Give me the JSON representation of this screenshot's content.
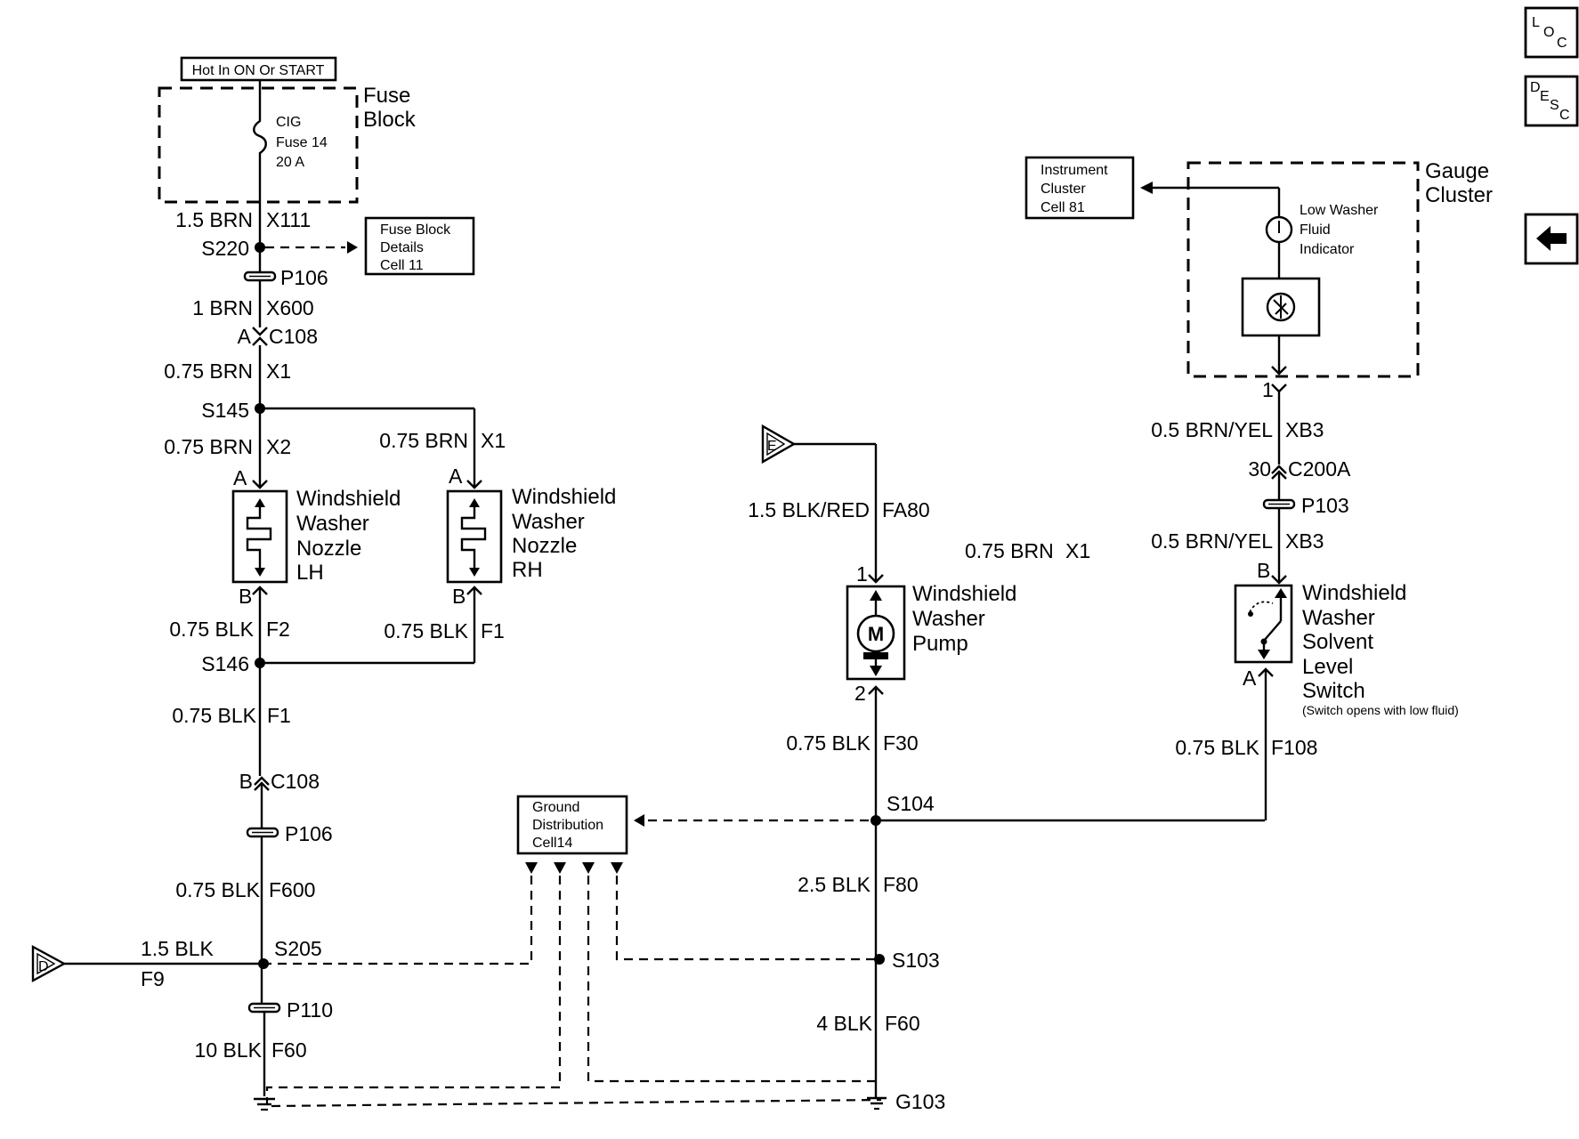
{
  "fuse_block": {
    "hot_label": "Hot In ON Or START",
    "title_line1": "Fuse",
    "title_line2": "Block",
    "fuse_name": "CIG",
    "fuse_number": "Fuse 14",
    "fuse_rating": "20 A"
  },
  "ref_boxes": {
    "fuse_details": [
      "Fuse Block",
      "Details",
      "Cell 11"
    ],
    "instrument_cluster": [
      "Instrument",
      "Cluster",
      "Cell 81"
    ],
    "ground_distribution": [
      "Ground",
      "Distribution",
      "Cell14"
    ]
  },
  "wires": {
    "w_x111": "1.5 BRN",
    "c_x111": "X111",
    "w_x600": "1 BRN",
    "c_x600": "X600",
    "w_x1": "0.75 BRN",
    "c_x1": "X1",
    "w_x2": "0.75 BRN",
    "c_x2": "X2",
    "w_rh_x1": "0.75 BRN",
    "c_rh_x1": "X1",
    "w_lh_f2": "0.75 BLK",
    "c_lh_f2": "F2",
    "w_rh_f1": "0.75 BLK",
    "c_rh_f1": "F1",
    "w_f1": "0.75 BLK",
    "c_f1": "F1",
    "w_f600": "0.75 BLK",
    "c_f600": "F600",
    "w_f9": "1.5 BLK",
    "c_f9": "F9",
    "w_f60_left": "10 BLK",
    "c_f60_left": "F60",
    "w_fa80": "1.5 BLK/RED",
    "c_fa80": "FA80",
    "w_x1_mid": "0.75 BRN",
    "c_x1_mid": "X1",
    "w_f30": "0.75 BLK",
    "c_f30": "F30",
    "w_f80": "2.5 BLK",
    "c_f80": "F80",
    "w_f60_mid": "4 BLK",
    "c_f60_mid": "F60",
    "w_xb3_top": "0.5 BRN/YEL",
    "c_xb3_top": "XB3",
    "w_xb3_bot": "0.5 BRN/YEL",
    "c_xb3_bot": "XB3",
    "w_f108": "0.75 BLK",
    "c_f108": "F108"
  },
  "splices": {
    "s220": "S220",
    "s145": "S145",
    "s146": "S146",
    "s205": "S205",
    "s104": "S104",
    "s103": "S103"
  },
  "connectors": {
    "p106_top": "P106",
    "p106_bot": "P106",
    "p110": "P110",
    "p103": "P103",
    "c108_a": "C108",
    "c108_b": "C108",
    "c200a": "C200A"
  },
  "pins": {
    "c108_a": "A",
    "c108_b": "B",
    "lh_a": "A",
    "lh_b": "B",
    "rh_a": "A",
    "rh_b": "B",
    "pump_1": "1",
    "pump_2": "2",
    "switch_b": "B",
    "switch_a": "A",
    "cluster_1": "1",
    "c200a_30": "30"
  },
  "components": {
    "nozzle_lh": [
      "Windshield",
      "Washer",
      "Nozzle",
      "LH"
    ],
    "nozzle_rh": [
      "Windshield",
      "Washer",
      "Nozzle",
      "RH"
    ],
    "pump": [
      "Windshield",
      "Washer",
      "Pump"
    ],
    "pump_motor_letter": "M",
    "switch": [
      "Windshield",
      "Washer",
      "Solvent",
      "Level",
      "Switch"
    ],
    "switch_note": "(Switch opens with low fluid)",
    "gauge_cluster": [
      "Gauge",
      "Cluster"
    ],
    "indicator": [
      "Low Washer",
      "Fluid",
      "Indicator"
    ]
  },
  "grounds": {
    "g103": "G103"
  },
  "offpage": {
    "d": "D",
    "e": "E"
  },
  "nav": {
    "loc": [
      "L",
      "O",
      "C"
    ],
    "desc": [
      "D",
      "E",
      "S",
      "C"
    ],
    "back_icon": "arrow-left-icon"
  }
}
